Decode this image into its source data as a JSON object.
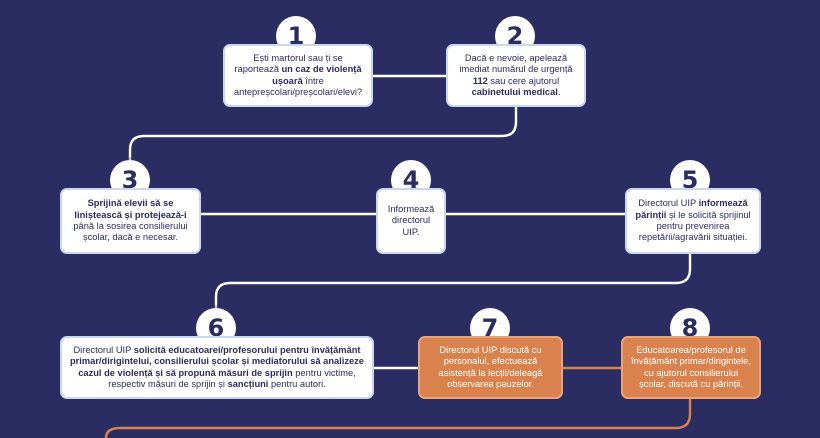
{
  "steps": [
    {
      "number": "1",
      "parts": [
        {
          "t": "Ești martorul sau ți se raportează ",
          "b": false
        },
        {
          "t": "un caz de violență ușoară",
          "b": true
        },
        {
          "t": " între antepreșcolari/preșcolari/elevi?",
          "b": false
        }
      ]
    },
    {
      "number": "2",
      "parts": [
        {
          "t": "Dacă e nevoie, apelează imediat numărul de urgență ",
          "b": false
        },
        {
          "t": "112",
          "b": true
        },
        {
          "t": " sau cere ajutorul ",
          "b": false
        },
        {
          "t": "cabinetului medical",
          "b": true
        },
        {
          "t": ".",
          "b": false
        }
      ]
    },
    {
      "number": "3",
      "parts": [
        {
          "t": "Sprijină elevii să se liniștească și protejează-i",
          "b": true
        },
        {
          "t": " până la sosirea consilierului școlar, dacă e necesar.",
          "b": false
        }
      ]
    },
    {
      "number": "4",
      "parts": [
        {
          "t": "Informează directorul UIP.",
          "b": false
        }
      ]
    },
    {
      "number": "5",
      "parts": [
        {
          "t": "Directorul UIP ",
          "b": false
        },
        {
          "t": "informează părinții",
          "b": true
        },
        {
          "t": " și le solicită sprijinul pentru prevenirea repetării/agravării situației.",
          "b": false
        }
      ]
    },
    {
      "number": "6",
      "parts": [
        {
          "t": "Directorul UIP ",
          "b": false
        },
        {
          "t": "solicită educatoarei/profesorului pentru învățământ primar/dirigintelui, consilierului școlar și mediatorului să analizeze cazul de violență și să propună măsuri de sprijin",
          "b": true
        },
        {
          "t": " pentru victime, respectiv măsuri de sprijin și ",
          "b": false
        },
        {
          "t": "sancțiuni",
          "b": true
        },
        {
          "t": " pentru autori.",
          "b": false
        }
      ]
    },
    {
      "number": "7",
      "parts": [
        {
          "t": "Directorul UIP discută cu personalul, efectuează asistență la lecții/deleagă observarea pauzelor.",
          "b": false
        }
      ]
    },
    {
      "number": "8",
      "parts": [
        {
          "t": "Educatoarea/profesorul de învățământ primar/dirigintele, cu ajutorul consilierului școlar, discută cu părinții.",
          "b": false
        }
      ]
    }
  ],
  "colors": {
    "background": "#2b2d62",
    "box": "#ffffff",
    "box_border": "#c9d8ef",
    "orange": "#d9824d",
    "connector": "#ffffff",
    "connector_orange": "#d9824d"
  }
}
